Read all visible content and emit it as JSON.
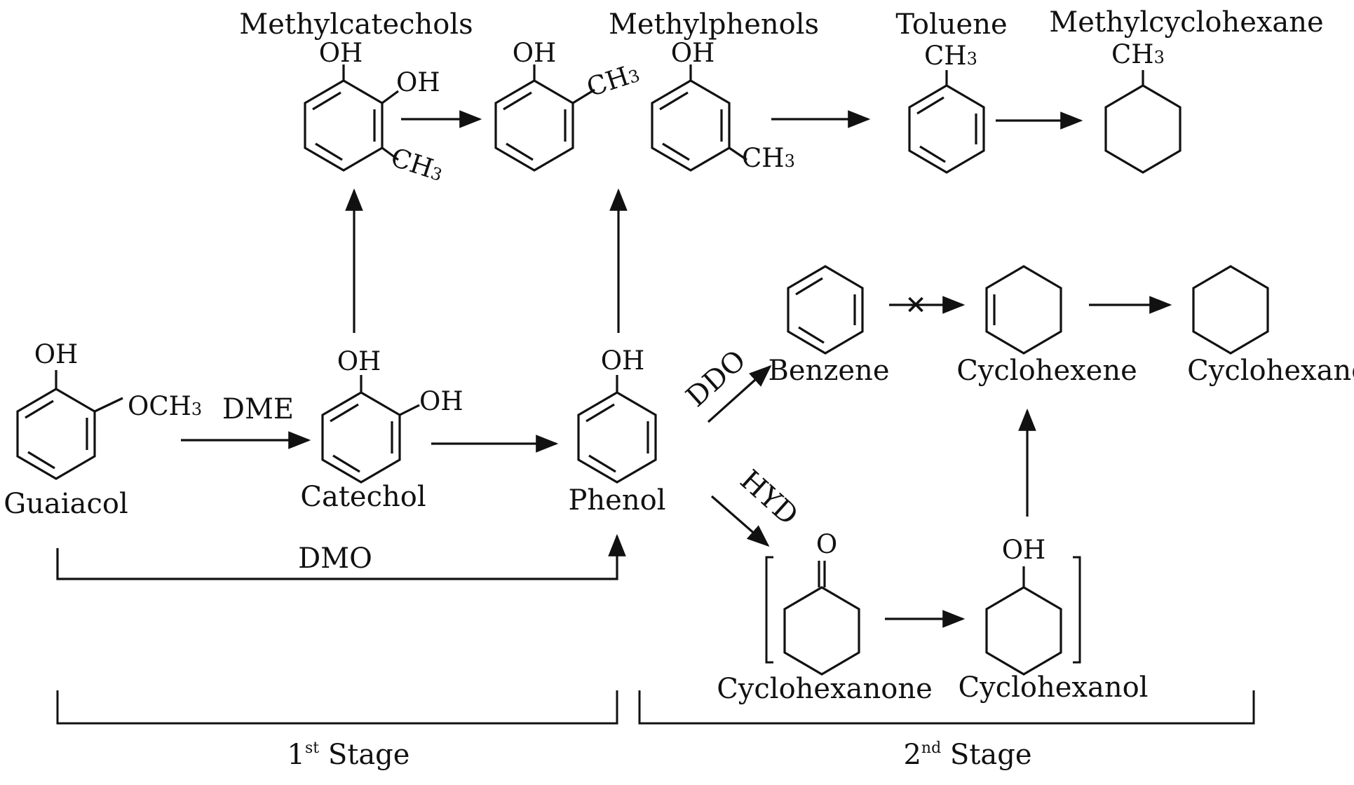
{
  "compounds": {
    "guaiacol": "Guaiacol",
    "catechol": "Catechol",
    "phenol": "Phenol",
    "methylcatechols": "Methylcatechols",
    "methylphenols": "Methylphenols",
    "toluene": "Toluene",
    "methylcyclohexane": "Methylcyclohexane",
    "benzene": "Benzene",
    "cyclohexene": "Cyclohexene",
    "cyclohexane": "Cyclohexane",
    "cyclohexanone": "Cyclohexanone",
    "cyclohexanol": "Cyclohexanol"
  },
  "groups": {
    "oh": "OH",
    "och3": "OCH",
    "ch3": "CH",
    "sub3": "3",
    "o": "O"
  },
  "pathways": {
    "dme": "DME",
    "dmo": "DMO",
    "ddo": "DDO",
    "hyd": "HYD"
  },
  "stages": {
    "first_num": "1",
    "first_sup": "st",
    "second_num": "2",
    "second_sup": "nd",
    "word": "Stage"
  },
  "blocked_marker": "✕"
}
